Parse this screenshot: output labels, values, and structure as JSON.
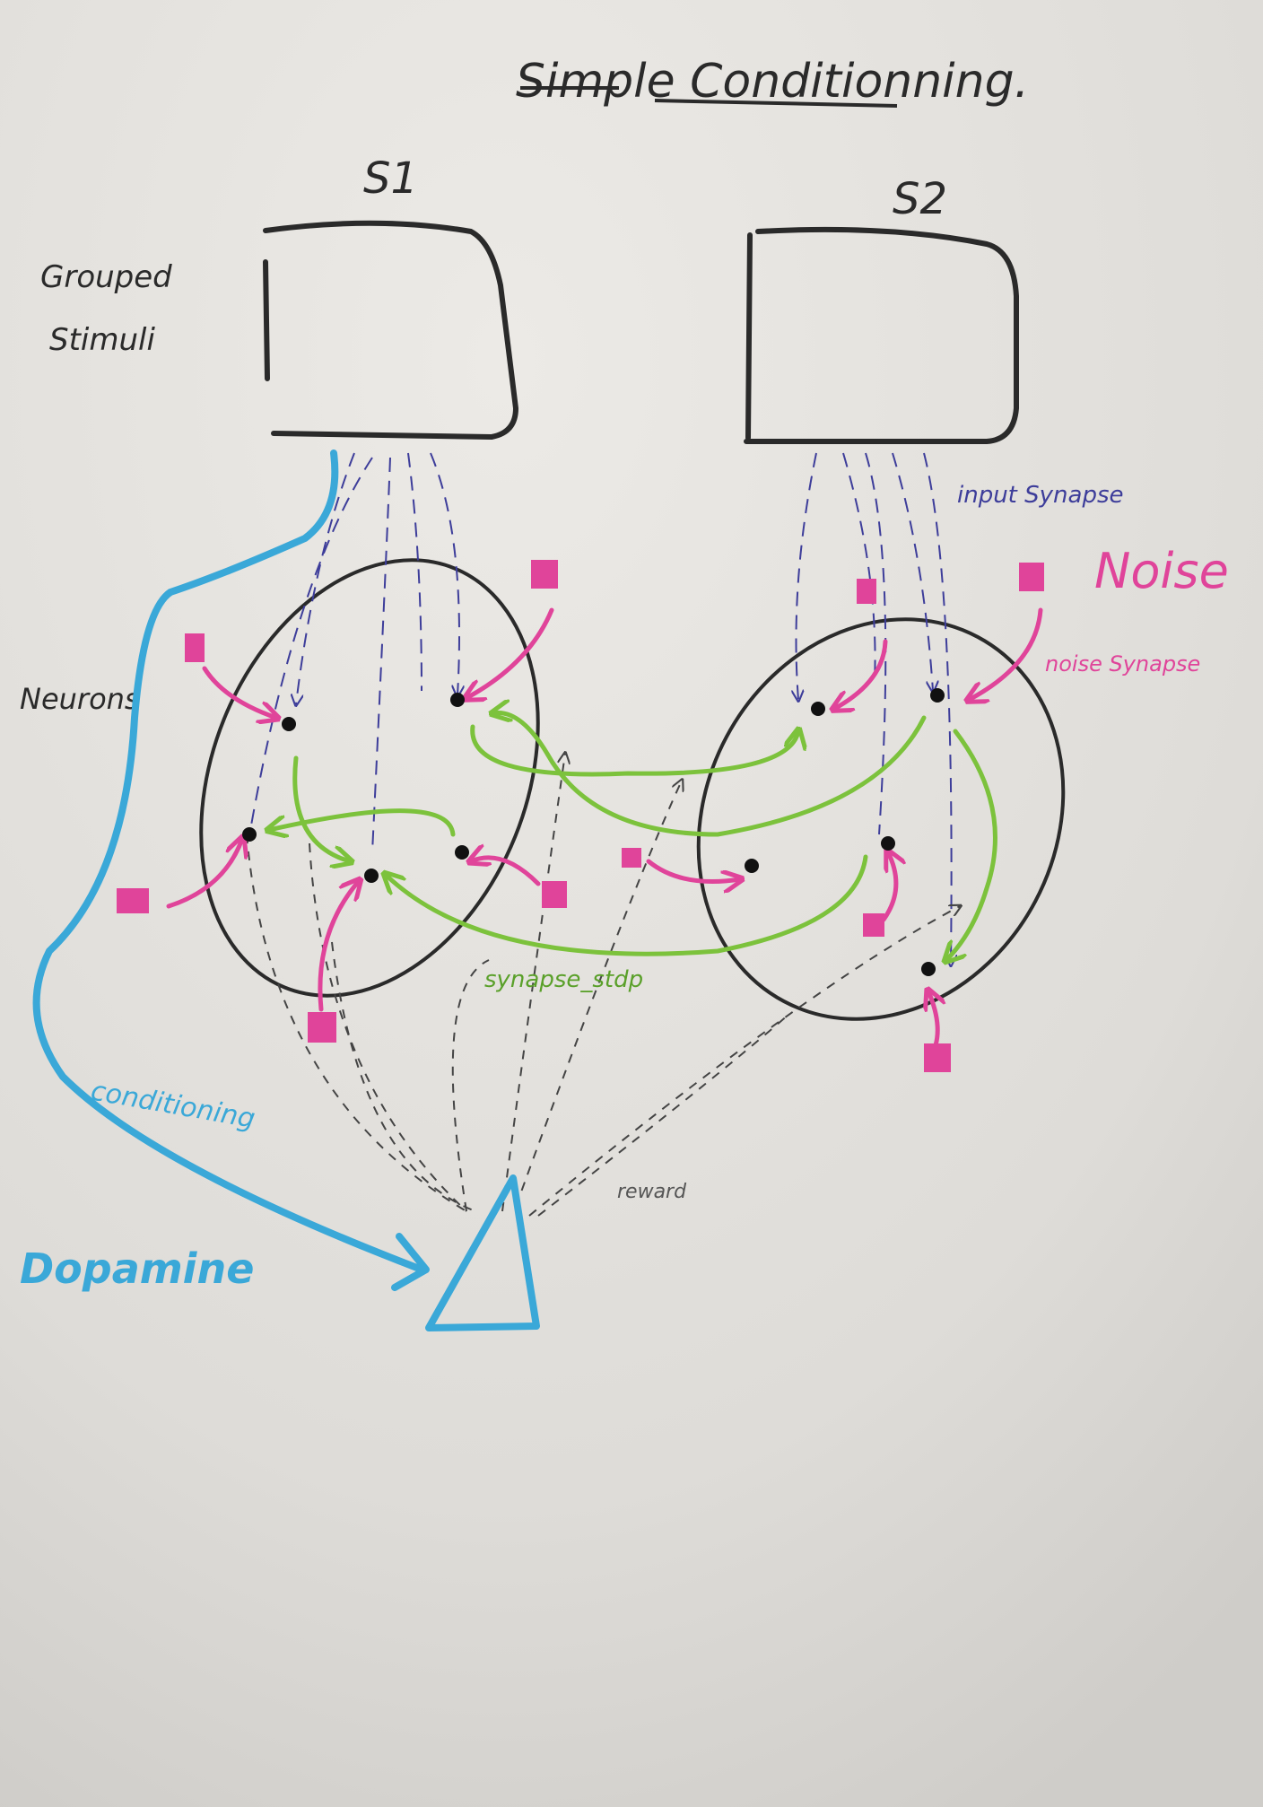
{
  "title": "Simple Conditionning.",
  "stimuli": {
    "s1_label": "S1",
    "s2_label": "S2",
    "group_label_line1": "Grouped",
    "group_label_line2": "Stimuli"
  },
  "labels": {
    "neurons": "Neurons",
    "input_synapse": "input Synapse",
    "noise": "Noise",
    "noise_synapse": "noise Synapse",
    "synapse_stdp": "synapse_stdp",
    "conditioning": "conditioning",
    "dopamine": "Dopamine",
    "reward": "reward"
  },
  "colors": {
    "paper": "#e2e0dc",
    "ink": "#2a2a2a",
    "input": "#3d3d9a",
    "noise": "#e0449a",
    "stdp": "#7cc23c",
    "dopamine": "#3aa8d8"
  }
}
